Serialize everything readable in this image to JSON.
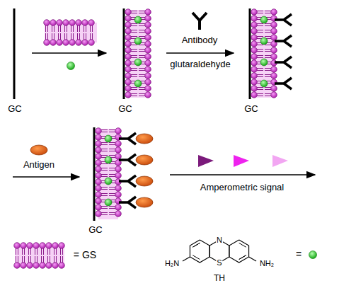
{
  "diagram": {
    "labels": [
      "GC",
      "GC",
      "GC",
      "GC",
      "Antibody",
      "glutaraldehyde",
      "Antigen",
      "Amperometric signal",
      "= GS",
      "TH",
      "H₂N",
      "NH₂",
      "N",
      "S",
      "="
    ]
  }
}
